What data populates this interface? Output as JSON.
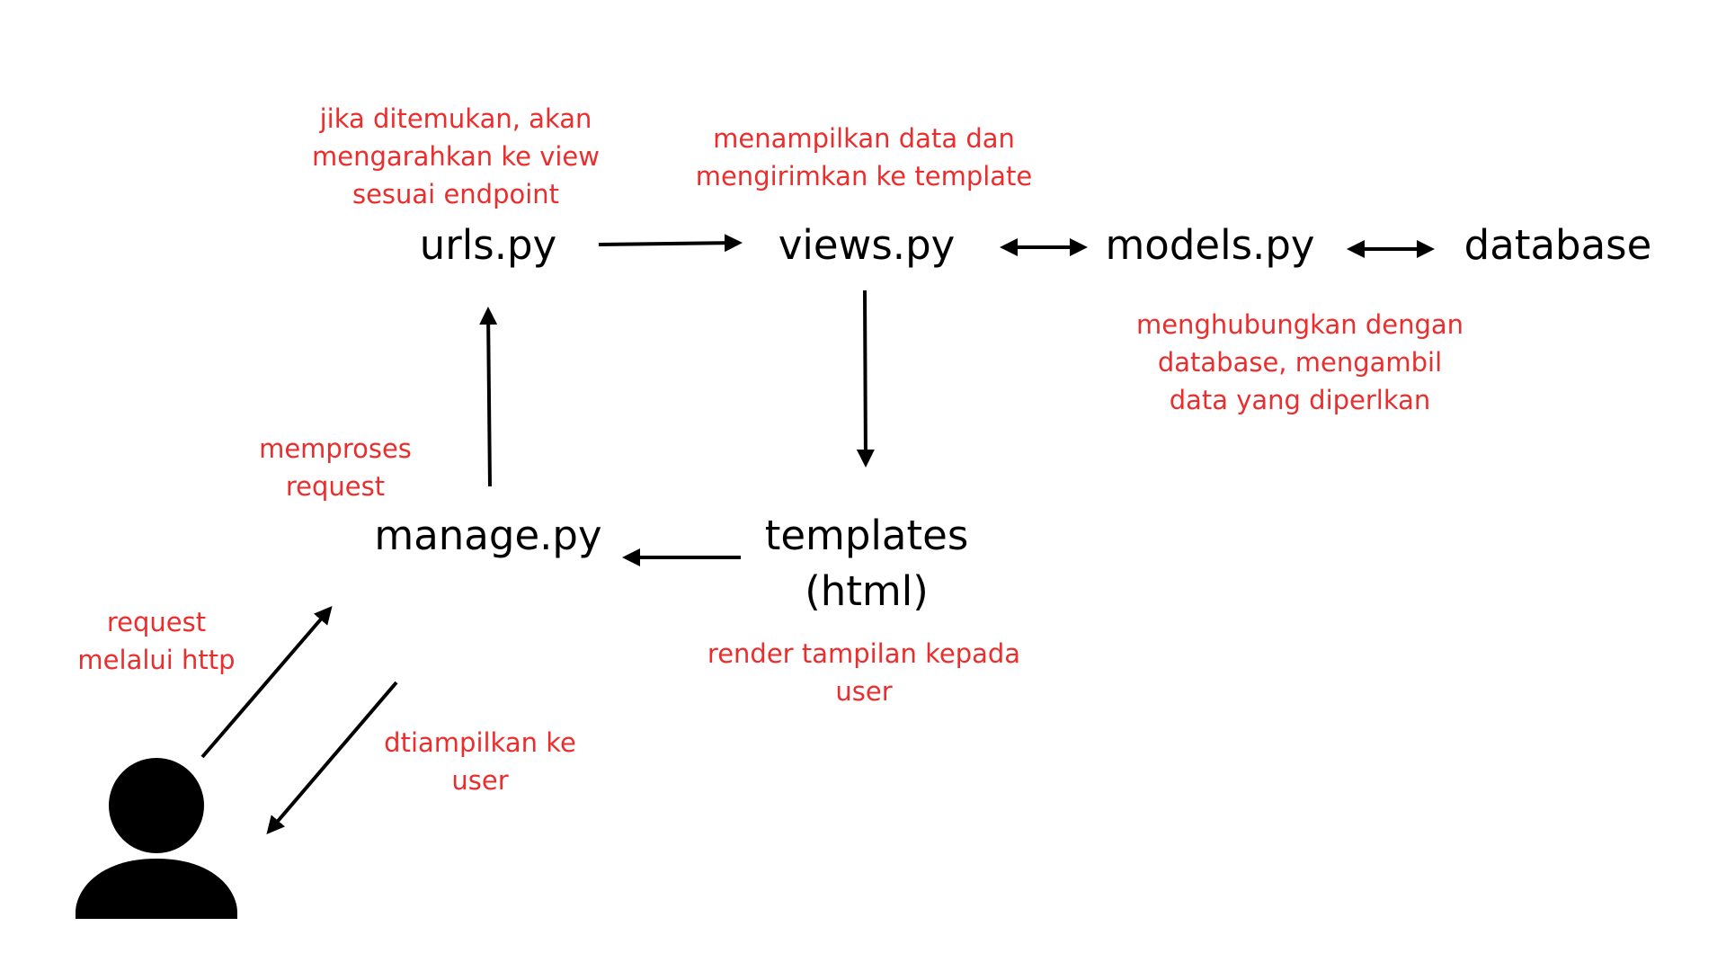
{
  "colors": {
    "node_text": "#000000",
    "annotation_text": "#ea2e2e",
    "arrow": "#000000"
  },
  "nodes": {
    "urls": "urls.py",
    "views": "views.py",
    "models": "models.py",
    "database": "database",
    "manage": "manage.py",
    "templates_line1": "templates",
    "templates_line2": "(html)"
  },
  "annotations": {
    "urls_note": [
      "jika ditemukan, akan",
      "mengarahkan ke view",
      "sesuai endpoint"
    ],
    "views_note": [
      "menampilkan data dan",
      "mengirimkan ke template"
    ],
    "models_note": [
      "menghubungkan dengan",
      "database, mengambil",
      "data yang diperlkan"
    ],
    "manage_note": [
      "memproses",
      "request"
    ],
    "templates_note": [
      "render tampilan kepada",
      "user"
    ],
    "request_note": [
      "request",
      "melalui http"
    ],
    "display_note": [
      "dtiampilkan ke",
      "user"
    ]
  },
  "icons": {
    "user": "user-silhouette-icon"
  }
}
